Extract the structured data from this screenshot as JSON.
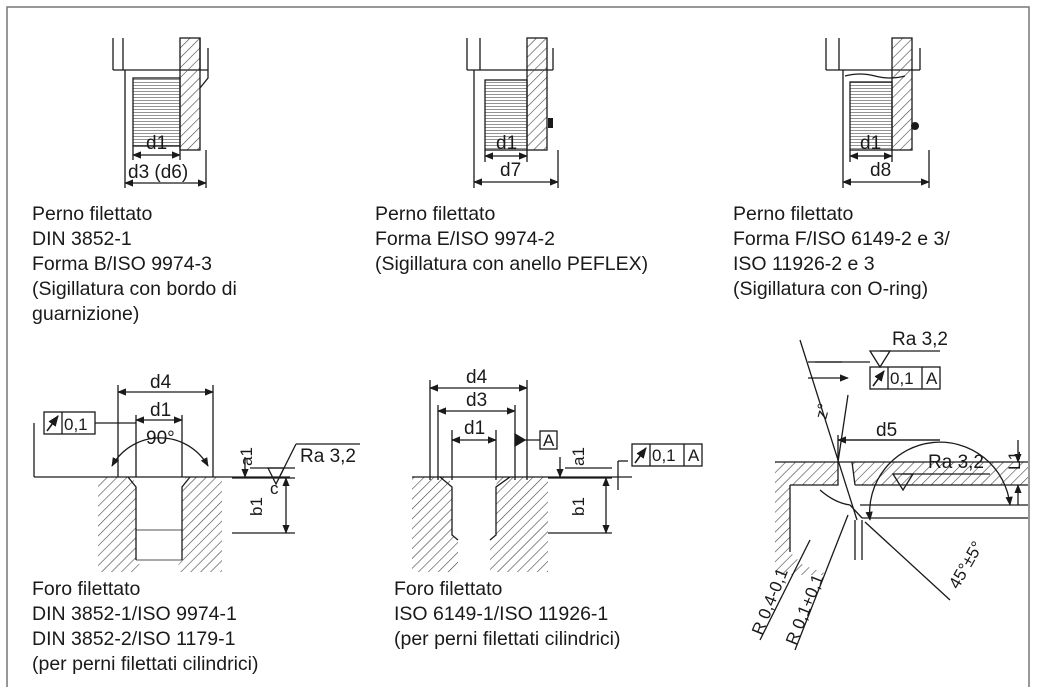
{
  "captions": {
    "stud_b": [
      "Perno filettato",
      "DIN 3852-1",
      "Forma B/ISO 9974-3",
      "(Sigillatura con bordo di",
      "guarnizione)"
    ],
    "stud_e": [
      "Perno filettato",
      "Forma E/ISO 9974-2",
      "(Sigillatura con anello PEFLEX)"
    ],
    "stud_f": [
      "Perno filettato",
      "Forma F/ISO 6149-2 e 3/",
      "ISO 11926-2 e 3",
      "(Sigillatura con O-ring)"
    ],
    "port_din": [
      "Foro filettato",
      "DIN 3852-1/ISO 9974-1",
      "DIN 3852-2/ISO 1179-1",
      "(per perni filettati cilindrici)"
    ],
    "port_iso": [
      "Foro filettato",
      "ISO 6149-1/ISO 11926-1",
      "(per perni filettati cilindrici)"
    ]
  },
  "labels": {
    "stud_b": {
      "d1": "d1",
      "d3": "d3 (d6)"
    },
    "stud_e": {
      "d1": "d1",
      "d7": "d7"
    },
    "stud_f": {
      "d1": "d1",
      "d8": "d8"
    },
    "port_din": {
      "d4": "d4",
      "d1": "d1",
      "angle": "90°",
      "runout": "0,1",
      "a1": "a1",
      "b1": "b1",
      "c": "c",
      "roughness": "Ra 3,2"
    },
    "port_iso": {
      "d4": "d4",
      "d3": "d3",
      "d1": "d1",
      "datum": "A",
      "runout": "0,1",
      "runout_datum": "A",
      "a1": "a1",
      "b1": "b1"
    },
    "detail": {
      "roughness_top": "Ra 3,2",
      "runout": "0,1",
      "runout_datum": "A",
      "z": "z°",
      "d5": "d5",
      "roughness_face": "Ra 3,2",
      "l1": "L1",
      "r1": "R 0,4-0,1",
      "r2": "R 0,1+0,1",
      "angle": "45°±5°"
    }
  },
  "colors": {
    "line": "#1a1a1a",
    "hatch": "#444444",
    "frame": "#777777"
  }
}
